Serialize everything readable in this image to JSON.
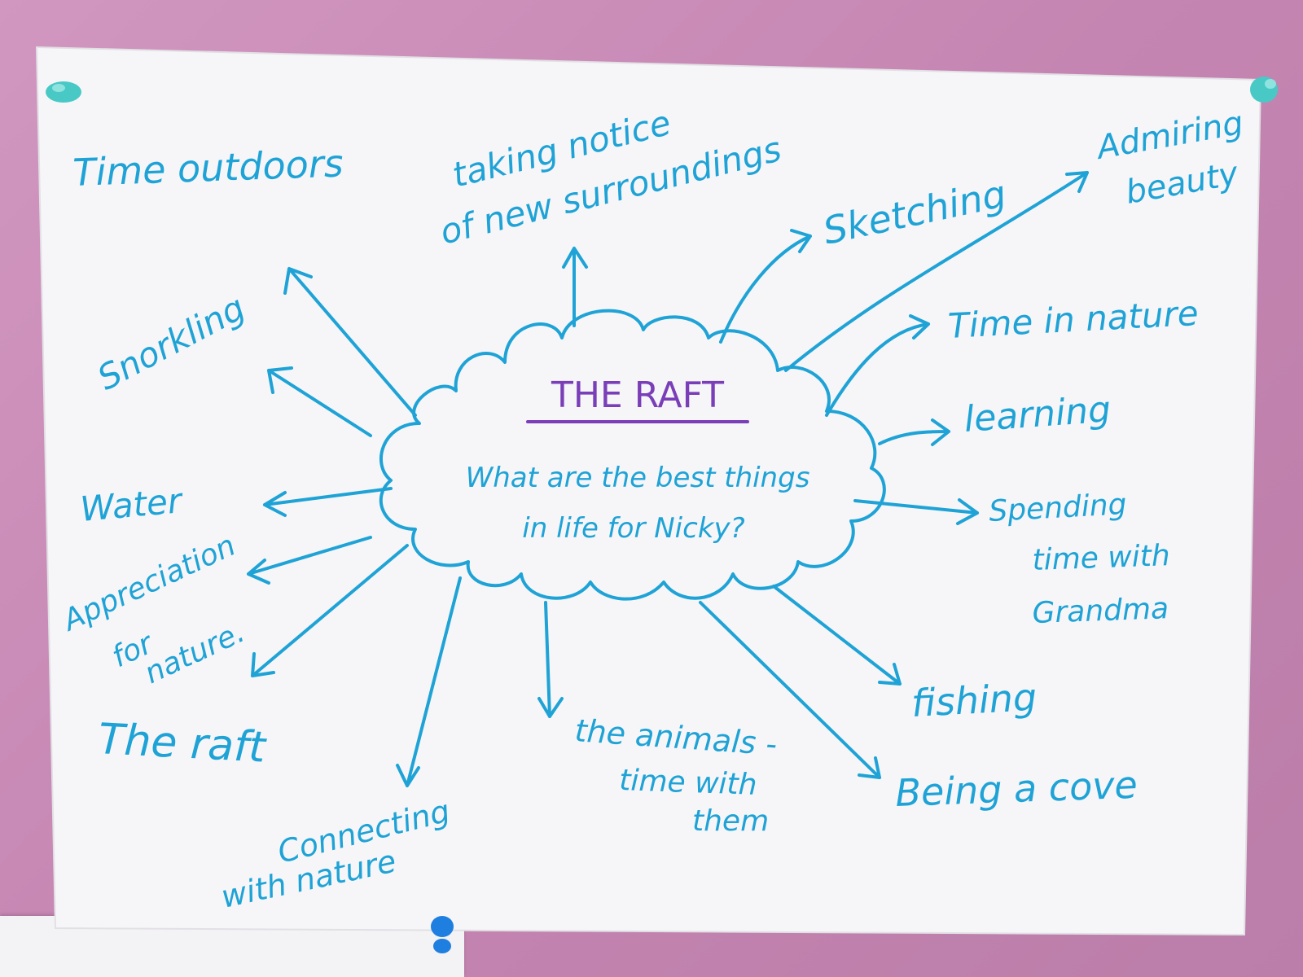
{
  "center": {
    "title": "THE RAFT",
    "question_line1": "What are the best things",
    "question_line2": "in life for Nicky?"
  },
  "labels": {
    "time_outdoors": "Time outdoors",
    "taking_notice_1": "taking notice",
    "taking_notice_2": "of new surroundings",
    "sketching": "Sketching",
    "admiring_1": "Admiring",
    "admiring_2": "beauty",
    "snorkling": "Snorkling",
    "time_in_nature": "Time in nature",
    "learning": "learning",
    "water": "Water",
    "spending_1": "Spending",
    "spending_2": "time with",
    "spending_3": "Grandma",
    "appreciation_1": "Appreciation",
    "appreciation_2": "for",
    "appreciation_3": "nature.",
    "the_raft": "The raft",
    "fishing": "fishing",
    "animals_1": "the animals -",
    "animals_2": "time with",
    "animals_3": "them",
    "cove": "Being a cove",
    "connecting_1": "Connecting",
    "connecting_2": "with nature"
  },
  "colors": {
    "ink": "#1fa3d6",
    "title_ink": "#7a3fb8",
    "paper": "#f6f6f8",
    "wall": "#c98ab5",
    "pin": "#49c9c6"
  }
}
